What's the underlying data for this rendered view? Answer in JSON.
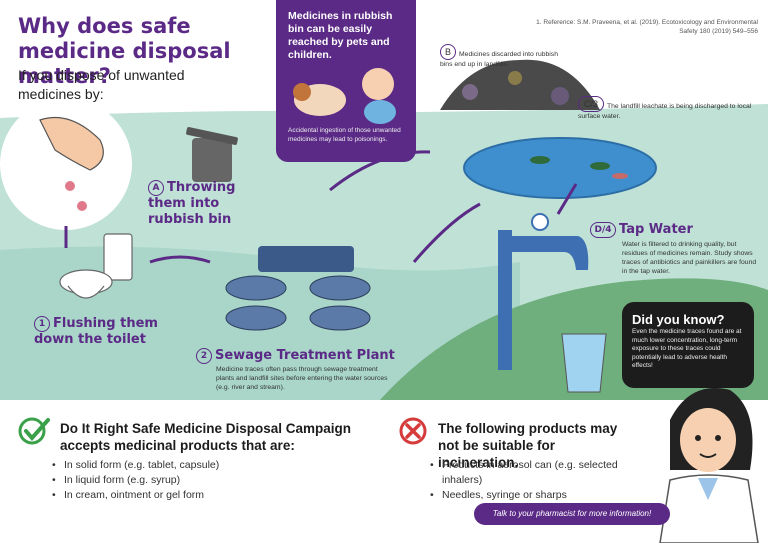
{
  "header": {
    "title": "Why does safe medicine disposal matter?",
    "subtitle": "If you dispose of unwanted medicines by:",
    "reference": "1. Reference: S.M. Praveena, et al. (2019). Ecotoxicology and Environmental Safety 180 (2019) 549–556"
  },
  "pets_card": {
    "heading": "Medicines in rubbish bin can be easily reached by pets and children.",
    "body": "Accidental ingestion of those unwanted medicines may lead to poisonings."
  },
  "steps": {
    "throw": {
      "number": "A",
      "label": "Throwing them into rubbish bin"
    },
    "flush": {
      "number": "1",
      "label": "Flushing them down the toilet"
    },
    "sewage": {
      "number": "2",
      "label": "Sewage Treatment Plant",
      "body": "Medicine traces often pass through sewage treatment plants and landfill sites before entering the water sources (e.g. river and stream)."
    },
    "landfill": {
      "number": "B",
      "body": "Medicines discarded into rubbish bins end up in landfills."
    },
    "leachate": {
      "number": "C/3",
      "body": "The landfill leachate is being discharged to local surface water."
    },
    "tap": {
      "number": "D/4",
      "label": "Tap Water",
      "body": "Water is filtered to drinking quality, but residues of medicines remain. Study shows traces of antibiotics and painkillers are found in the tap water."
    }
  },
  "did_you_know": {
    "title": "Did you know?",
    "body": "Even the medicine traces found are at much lower concentration, long-term exposure to these traces could potentially lead to adverse health effects!"
  },
  "accepted": {
    "heading": "Do It Right Safe Medicine Disposal Campaign accepts medicinal products that are:",
    "items": [
      "In solid form (e.g. tablet, capsule)",
      "In liquid form (e.g. syrup)",
      "In cream, ointment or gel form"
    ]
  },
  "not_suitable": {
    "heading": "The following products may not be suitable for incineration.",
    "items": [
      "Products in aerosol can (e.g. selected inhalers)",
      "Needles, syringe or sharps"
    ]
  },
  "cta": "Talk to your pharmacist for more information!",
  "colors": {
    "brand_purple": "#5b2a86",
    "teal_bg": "#b8ddd3",
    "grass": "#cfe3c8",
    "accept_green": "#3aa14a",
    "reject_red": "#d63b3b"
  }
}
